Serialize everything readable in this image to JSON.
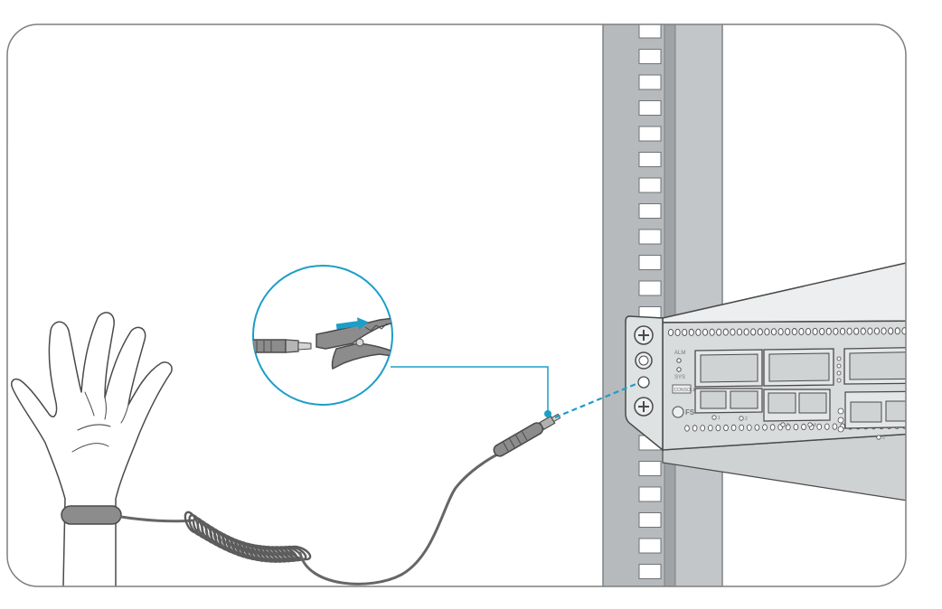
{
  "device": {
    "status_label_alm": "ALM",
    "status_label_sys": "SYS",
    "brand_label": "FS",
    "console_label": "CONSOLE",
    "port_numbers": [
      "1",
      "2",
      "3",
      "4",
      "5"
    ]
  },
  "colors": {
    "accent": "#1c9ec6",
    "rack": "#b8bcbe",
    "rack_dark": "#8e9294",
    "switch_top": "#e8eaeb",
    "switch_front": "#d4d7d8",
    "cable": "#666666",
    "outline": "#4a4a4a"
  },
  "icons": {
    "wrist_strap": "wrist-strap-icon",
    "coiled_cord": "coiled-cord-icon",
    "banana_plug": "banana-plug-icon",
    "alligator_clip": "alligator-clip-icon",
    "direction_arrow": "arrow-right-icon"
  }
}
